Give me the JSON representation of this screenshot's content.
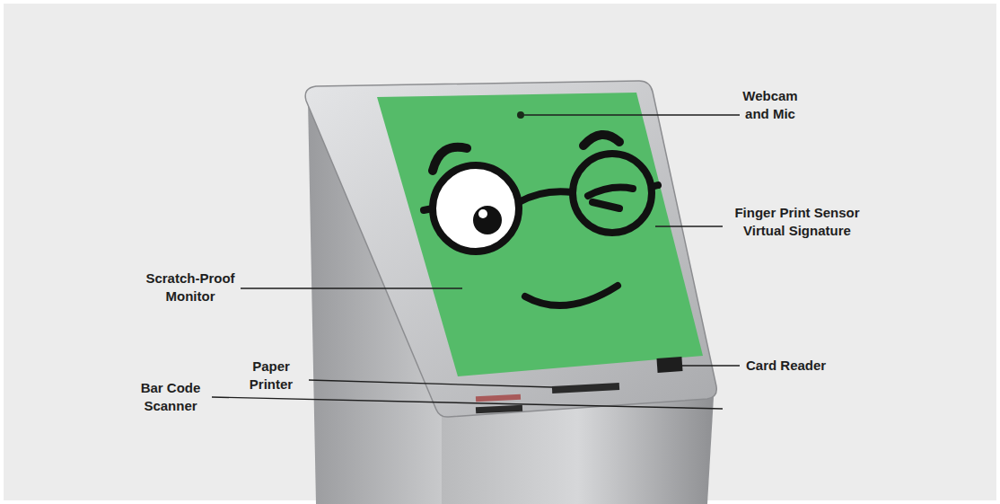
{
  "diagram": {
    "labels": [
      "Webcam and Mic",
      "Finger Print Sensor Virtual Signature",
      "Scratch-Proof Monitor",
      "Card Reader",
      "Paper Printer",
      "Bar Code Scanner"
    ]
  }
}
